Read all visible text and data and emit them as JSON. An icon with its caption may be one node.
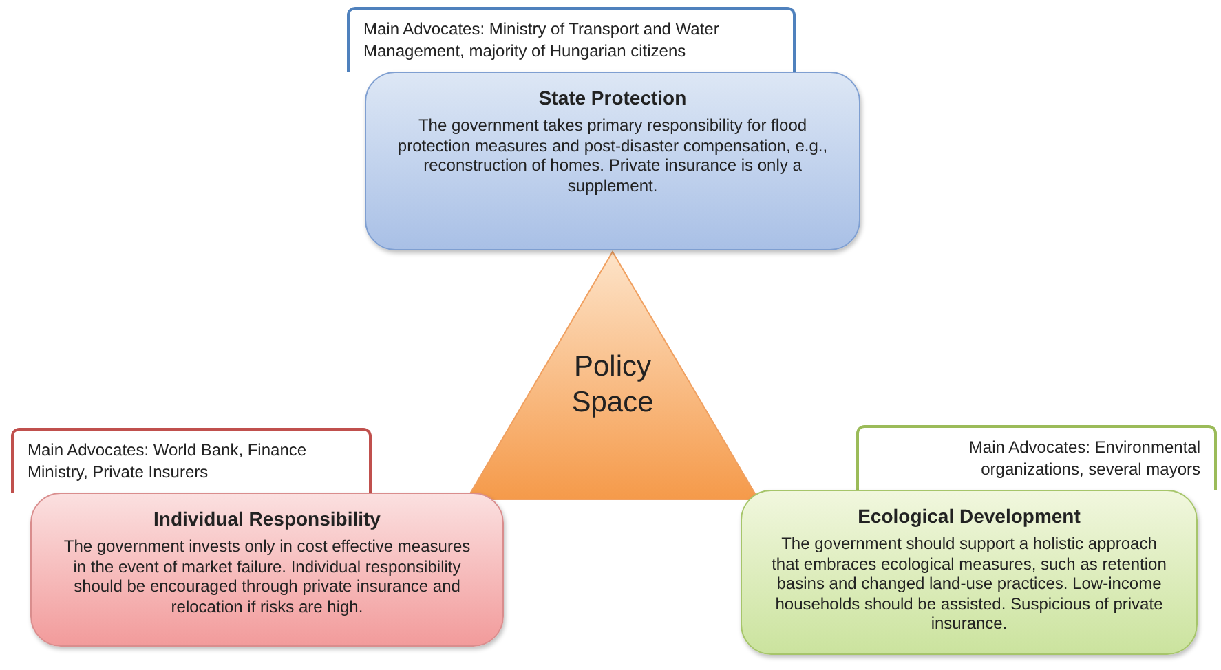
{
  "diagram": {
    "nodes": [
      {
        "text": [
          "Main Advocates: Ministry of Transport and Water Management, majority of Hungarian citizens"
        ]
      },
      {
        "text": [
          "State Protection",
          "The government takes primary responsibility for flood protection measures and post-disaster compensation, e.g., reconstruction of homes. Private insurance is only a supplement."
        ]
      },
      {
        "text": [
          "Policy Space"
        ]
      },
      {
        "text": [
          "Main Advocates:  World Bank, Finance Ministry, Private Insurers"
        ]
      },
      {
        "text": [
          "Individual Responsibility",
          "The government invests only in cost effective measures in the event of market failure. Individual responsibility should be encouraged through private insurance and relocation if risks are high."
        ]
      },
      {
        "text": [
          "Main Advocates: Environmental organizations, several mayors"
        ]
      },
      {
        "text": [
          "Ecological Development",
          "The government should support a holistic approach that embraces ecological measures, such as retention basins and changed land-use practices. Low-income households should be assisted. Suspicious of private insurance."
        ]
      }
    ]
  }
}
